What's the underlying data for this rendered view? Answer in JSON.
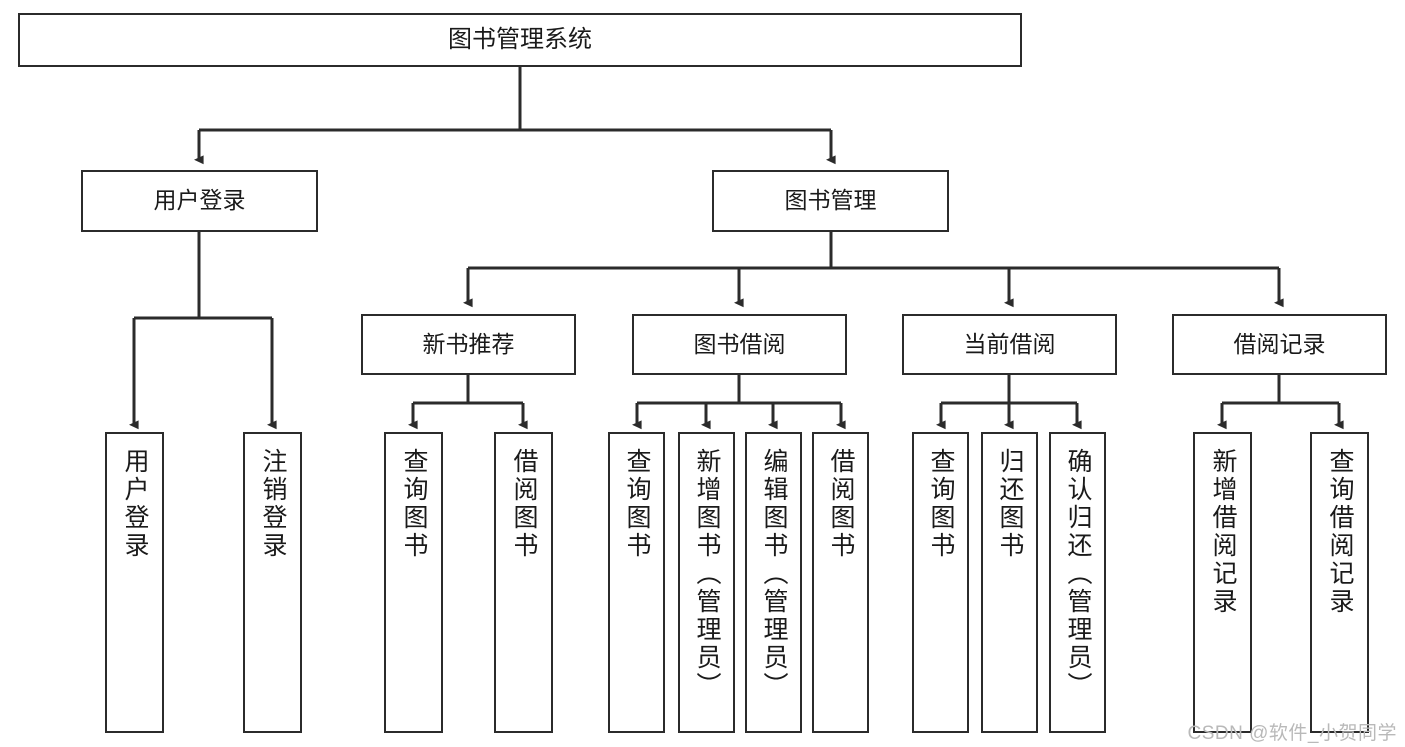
{
  "diagram": {
    "title": "图书管理系统",
    "watermark": "CSDN @软件_小贺同学",
    "stroke_color": "#2b2b2b",
    "background_color": "#ffffff",
    "text_color": "#1a1a1a",
    "watermark_color": "#b9b9b9",
    "levels": {
      "root": {
        "label": "图书管理系统"
      },
      "level2": [
        {
          "label": "用户登录"
        },
        {
          "label": "图书管理"
        }
      ],
      "level3": [
        {
          "label": "新书推荐"
        },
        {
          "label": "图书借阅"
        },
        {
          "label": "当前借阅"
        },
        {
          "label": "借阅记录"
        }
      ],
      "leaves": {
        "user_login": [
          {
            "label": "用户登录"
          },
          {
            "label": "注销登录"
          }
        ],
        "new_book_recommend": [
          {
            "label": "查询图书"
          },
          {
            "label": "借阅图书"
          }
        ],
        "book_borrow": [
          {
            "label": "查询图书"
          },
          {
            "label": "新增图书（管理员）"
          },
          {
            "label": "编辑图书（管理员）"
          },
          {
            "label": "借阅图书"
          }
        ],
        "current_borrow": [
          {
            "label": "查询图书"
          },
          {
            "label": "归还图书"
          },
          {
            "label": "确认归还（管理员）"
          }
        ],
        "borrow_record": [
          {
            "label": "新增借阅记录"
          },
          {
            "label": "查询借阅记录"
          }
        ]
      }
    }
  }
}
